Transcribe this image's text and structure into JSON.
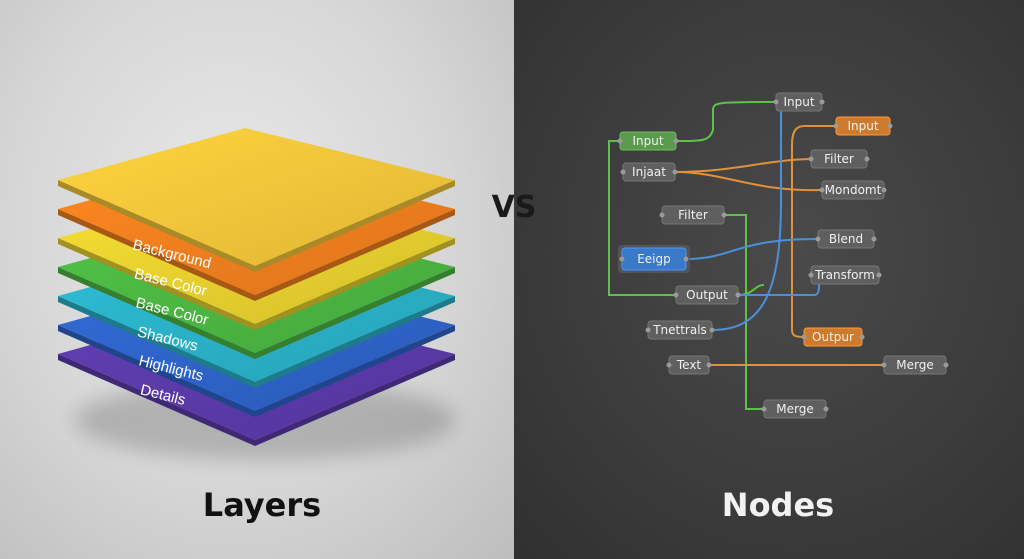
{
  "captions": {
    "left": "Layers",
    "right": "Nodes",
    "vs": "VS"
  },
  "layers": [
    {
      "label": "",
      "color": "#f2c53a"
    },
    {
      "label": "Background",
      "color": "#f07e1e"
    },
    {
      "label": "Base Color",
      "color": "#e6cf2e"
    },
    {
      "label": "Base Color",
      "color": "#4bb542"
    },
    {
      "label": "Shadows",
      "color": "#2ab0c6"
    },
    {
      "label": "Highlights",
      "color": "#2e63c7"
    },
    {
      "label": "Details",
      "color": "#5a3aa8"
    }
  ],
  "nodes": [
    {
      "id": "n1",
      "label": "Input",
      "style": "gray"
    },
    {
      "id": "n2",
      "label": "Input",
      "style": "green"
    },
    {
      "id": "n3",
      "label": "Input",
      "style": "orange"
    },
    {
      "id": "n4",
      "label": "Injaat",
      "style": "gray"
    },
    {
      "id": "n5",
      "label": "Filter",
      "style": "gray"
    },
    {
      "id": "n6",
      "label": "Mondomt",
      "style": "gray"
    },
    {
      "id": "n7",
      "label": "Filter",
      "style": "gray"
    },
    {
      "id": "n8",
      "label": "Blend",
      "style": "gray"
    },
    {
      "id": "n9",
      "label": "Eeigp",
      "style": "blue"
    },
    {
      "id": "n10",
      "label": "Transform",
      "style": "gray"
    },
    {
      "id": "n11",
      "label": "Output",
      "style": "gray"
    },
    {
      "id": "n12",
      "label": "Tnettrals",
      "style": "gray"
    },
    {
      "id": "n13",
      "label": "Outpur",
      "style": "orange"
    },
    {
      "id": "n14",
      "label": "Text",
      "style": "gray"
    },
    {
      "id": "n15",
      "label": "Merge",
      "style": "gray"
    },
    {
      "id": "n16",
      "label": "Merge",
      "style": "gray"
    }
  ],
  "colors": {
    "node_gray": "#5f5f5f",
    "node_green": "#5a9a4c",
    "node_orange": "#cc7a2e",
    "node_blue": "#3a78c8",
    "wire_green": "#5ec24a",
    "wire_orange": "#e0913a",
    "wire_blue": "#4a90d8"
  }
}
